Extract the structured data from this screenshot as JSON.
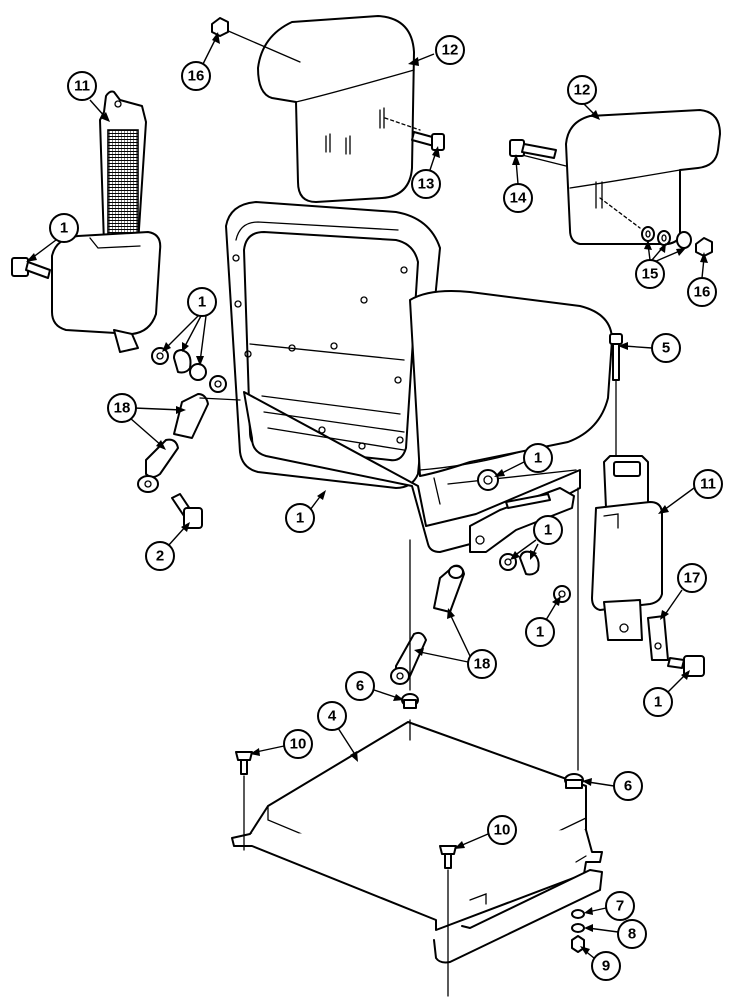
{
  "diagram": {
    "line_color": "#000000",
    "background": "#ffffff",
    "part_numbers": {
      "p1": "1",
      "p2": "2",
      "p4": "4",
      "p5": "5",
      "p6": "6",
      "p7": "7",
      "p8": "8",
      "p9": "9",
      "p10": "10",
      "p11": "11",
      "p12": "12",
      "p13": "13",
      "p14": "14",
      "p15": "15",
      "p16": "16",
      "p17": "17",
      "p18": "18"
    }
  }
}
